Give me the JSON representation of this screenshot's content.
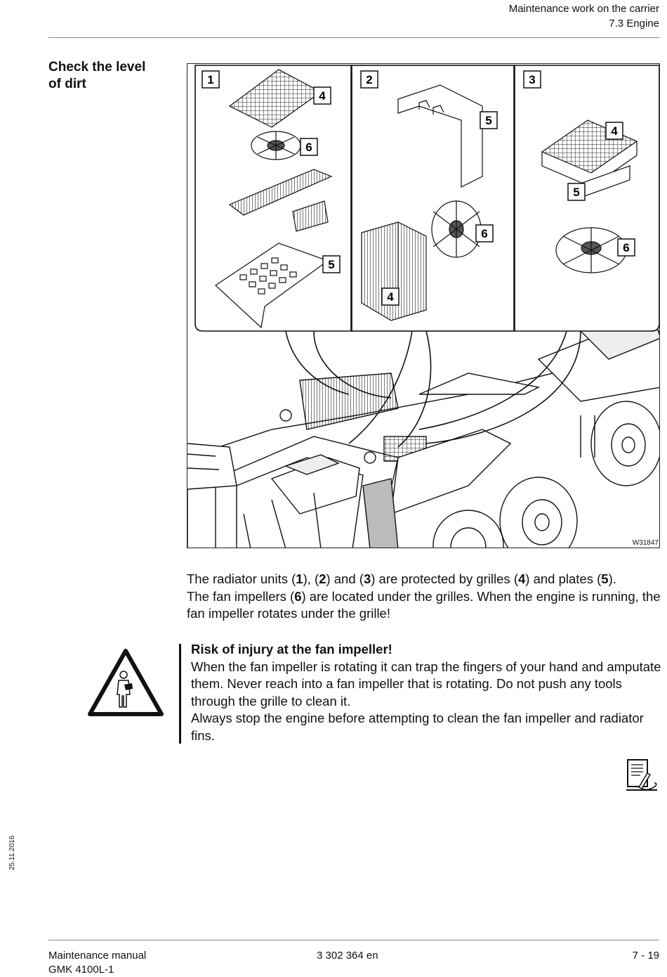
{
  "header": {
    "line1": "Maintenance work on the carrier",
    "line2": "7.3 Engine"
  },
  "section": {
    "title_line1": "Check the level",
    "title_line2": "of dirt"
  },
  "figure": {
    "panel_labels": [
      "1",
      "2",
      "3"
    ],
    "callouts": {
      "grille": "4",
      "plate": "5",
      "fan": "6"
    },
    "figure_id": "W31847"
  },
  "body": {
    "p1_a": "The radiator units (",
    "p1_n1": "1",
    "p1_b": "), (",
    "p1_n2": "2",
    "p1_c": ") and (",
    "p1_n3": "3",
    "p1_d": ") are protected by grilles (",
    "p1_n4": "4",
    "p1_e": ") and plates (",
    "p1_n5": "5",
    "p1_f": ").",
    "p2_a": "The fan impellers (",
    "p2_n6": "6",
    "p2_b": ") are located under the grilles. When the engine is running, the fan impeller rotates under the grille!"
  },
  "warning": {
    "title": "Risk of injury at the fan impeller!",
    "line1": "When the fan impeller is rotating it can trap the fingers of your hand and amputate them. Never reach into a fan impeller that is rotating. Do not push any tools through the grille to clean it.",
    "line2": "Always stop the engine before attempting to clean the fan impeller and radiator fins.",
    "icon": "warning-triangle-hand-injury-icon"
  },
  "note_icon": "note-document-icon",
  "side_date": "25.11.2016",
  "footer": {
    "left_line1": "Maintenance manual",
    "left_line2": "GMK 4100L-1",
    "center": "3 302 364 en",
    "right": "7 - 19"
  }
}
